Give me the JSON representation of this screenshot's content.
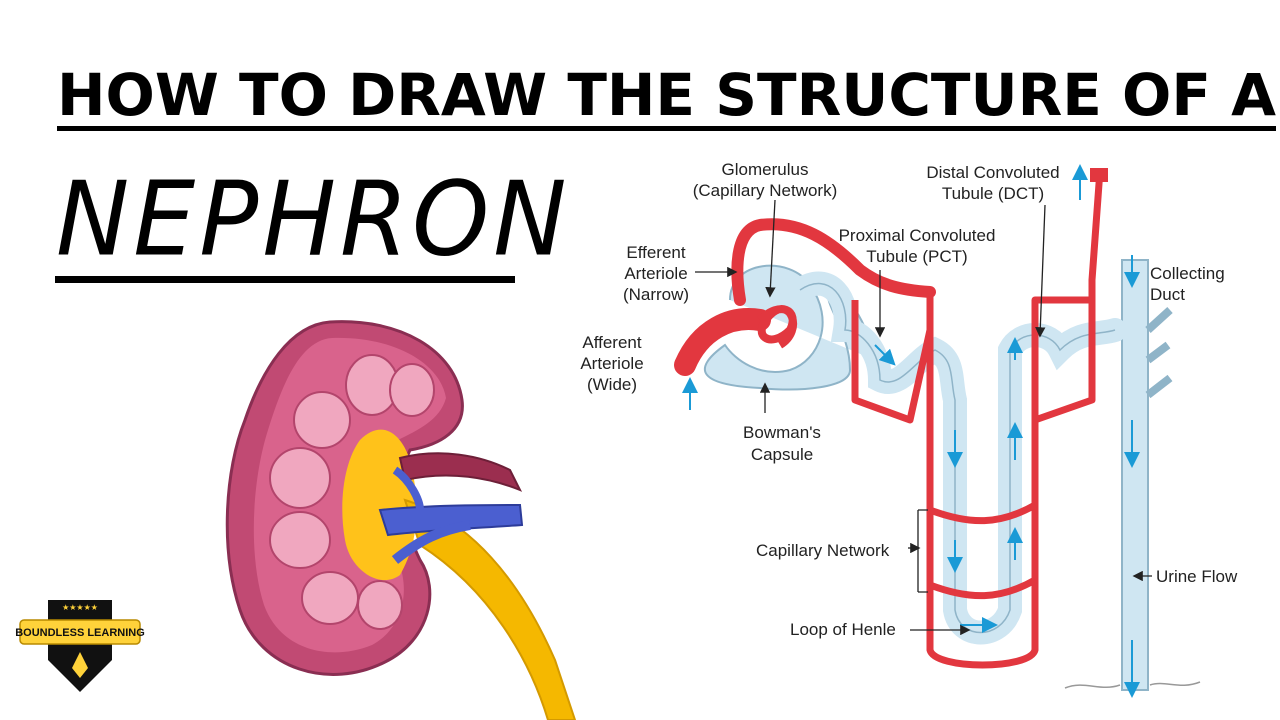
{
  "title": "HOW TO DRAW THE STRUCTURE OF A",
  "subject": "NEPHRON",
  "logo": {
    "text": "BOUNDLESS LEARNING",
    "icon": "pen-nib-icon"
  },
  "labels": {
    "glomerulus_1": "Glomerulus",
    "glomerulus_2": "(Capillary Network)",
    "efferent_1": "Efferent",
    "efferent_2": "Arteriole",
    "efferent_3": "(Narrow)",
    "afferent_1": "Afferent",
    "afferent_2": "Arteriole",
    "afferent_3": "(Wide)",
    "bowman_1": "Bowman's",
    "bowman_2": "Capsule",
    "pct_1": "Proximal Convoluted",
    "pct_2": "Tubule (PCT)",
    "dct_1": "Distal Convoluted",
    "dct_2": "Tubule (DCT)",
    "collecting_1": "Collecting",
    "collecting_2": "Duct",
    "capillary": "Capillary Network",
    "loop": "Loop of Henle",
    "urine": "Urine Flow"
  },
  "colors": {
    "tubule": "#cfe6f2",
    "vessel": "#e2373f",
    "arrow": "#1a9ad6",
    "kidney": "#c14a73",
    "ureter": "#f5b800",
    "vein": "#4b5fd0"
  }
}
